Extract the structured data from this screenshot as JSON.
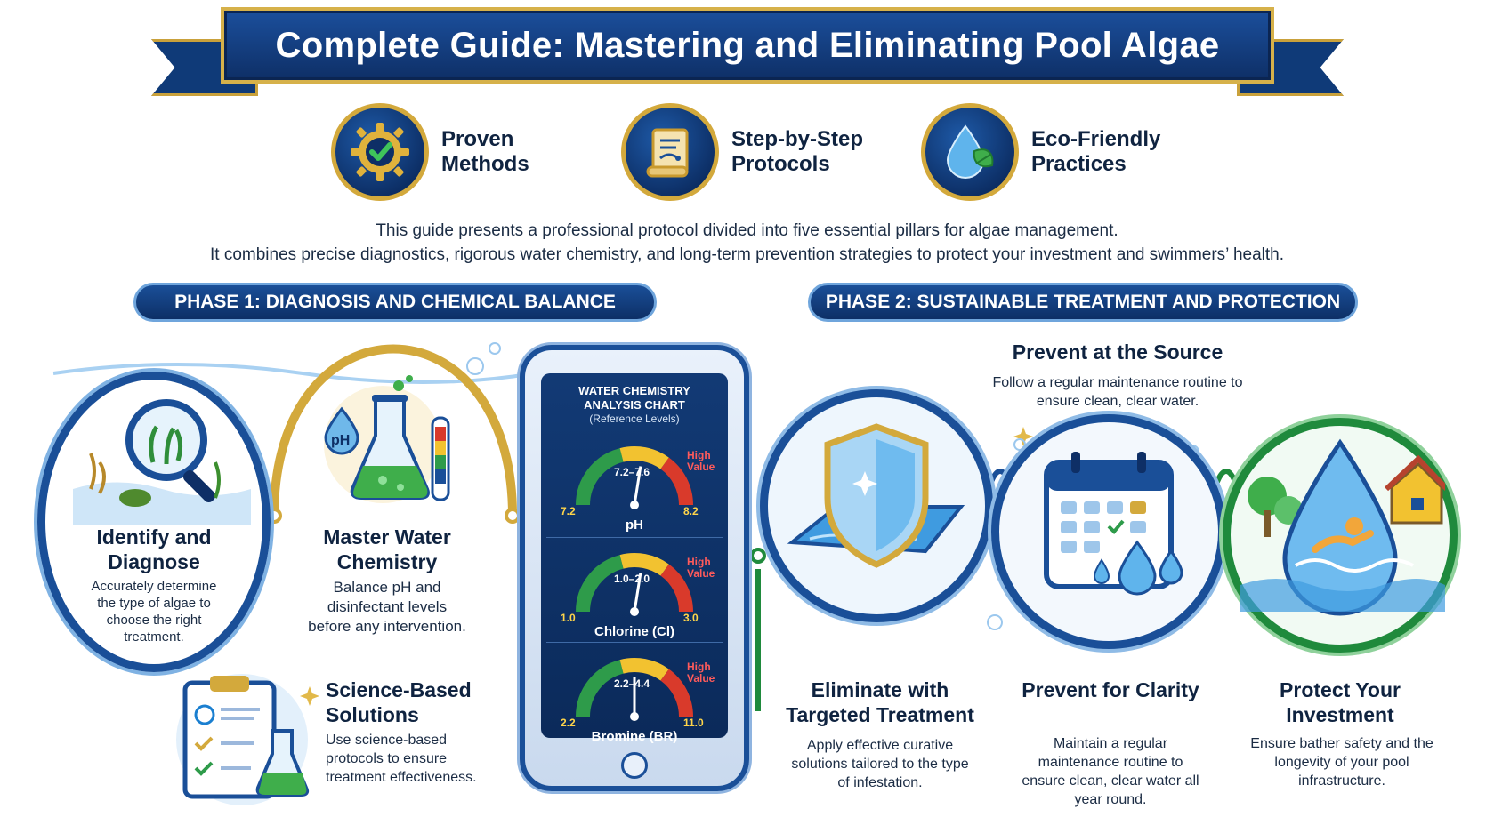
{
  "title": "Complete Guide: Mastering and Eliminating Pool Algae",
  "features": [
    {
      "label": "Proven Methods",
      "icon": "gear-check-icon"
    },
    {
      "label": "Step-by-Step Protocols",
      "icon": "scroll-icon"
    },
    {
      "label": "Eco-Friendly Practices",
      "icon": "water-drop-leaf-icon"
    }
  ],
  "intro": {
    "line1": "This guide presents a professional protocol divided into five essential pillars for algae management.",
    "line2": "It combines precise diagnostics, rigorous water chemistry, and long-term prevention strategies to protect your investment and swimmers’ health."
  },
  "phases": {
    "phase1": "PHASE 1: DIAGNOSIS AND CHEMICAL BALANCE",
    "phase2": "PHASE 2: SUSTAINABLE TREATMENT AND PROTECTION"
  },
  "cards": {
    "identify": {
      "title": "Identify and Diagnose",
      "desc": "Accurately determine the type of algae to choose the right treatment.",
      "icon": "magnifier-algae-icon"
    },
    "chemistry": {
      "title": "Master Water Chemistry",
      "desc": "Balance pH and disinfectant levels before any intervention.",
      "icon": "flask-ph-icon"
    },
    "science": {
      "title": "Science-Based Solutions",
      "desc": "Use science-based protocols to ensure treatment effectiveness.",
      "icon": "clipboard-flask-icon"
    },
    "eliminate": {
      "title": "Eliminate with Targeted Treatment",
      "desc": "Apply effective curative solutions tailored to the type of infestation.",
      "icon": "shield-pool-icon"
    },
    "prevent_source": {
      "title": "Prevent at the Source",
      "desc": "Follow a regular maintenance routine to ensure clean, clear water.",
      "icon": "calendar-drops-icon"
    },
    "clarity": {
      "title": "Prevent for Clarity",
      "desc": "Maintain a regular maintenance routine to ensure clean, clear water all year round."
    },
    "protect": {
      "title": "Protect Your Investment",
      "desc": "Ensure bather safety and the longevity of your pool infrastructure.",
      "icon": "swimmer-drop-house-icon"
    }
  },
  "chart": {
    "title_line1": "WATER CHEMISTRY",
    "title_line2": "ANALYSIS CHART",
    "subtitle": "(Reference Levels)",
    "high_label_line1": "High",
    "high_label_line2": "Value",
    "gauges": [
      {
        "name": "pH",
        "range": "7.2–7.6",
        "min": "7.2",
        "max": "8.2",
        "needle": 0.55
      },
      {
        "name": "Chlorine (Cl)",
        "range": "1.0–2.0",
        "min": "1.0",
        "max": "3.0",
        "needle": 0.55
      },
      {
        "name": "Bromine (BR)",
        "range": "2.2–4.4",
        "min": "2.2",
        "max": "11.0",
        "needle": 0.5
      }
    ]
  },
  "colors": {
    "navy": "#0e2f66",
    "blue": "#1a4f98",
    "gold": "#d3a93c",
    "green": "#1f8a3c",
    "gauge_green": "#2e9b4a",
    "gauge_yellow": "#f2c230",
    "gauge_red": "#d93a2b"
  }
}
